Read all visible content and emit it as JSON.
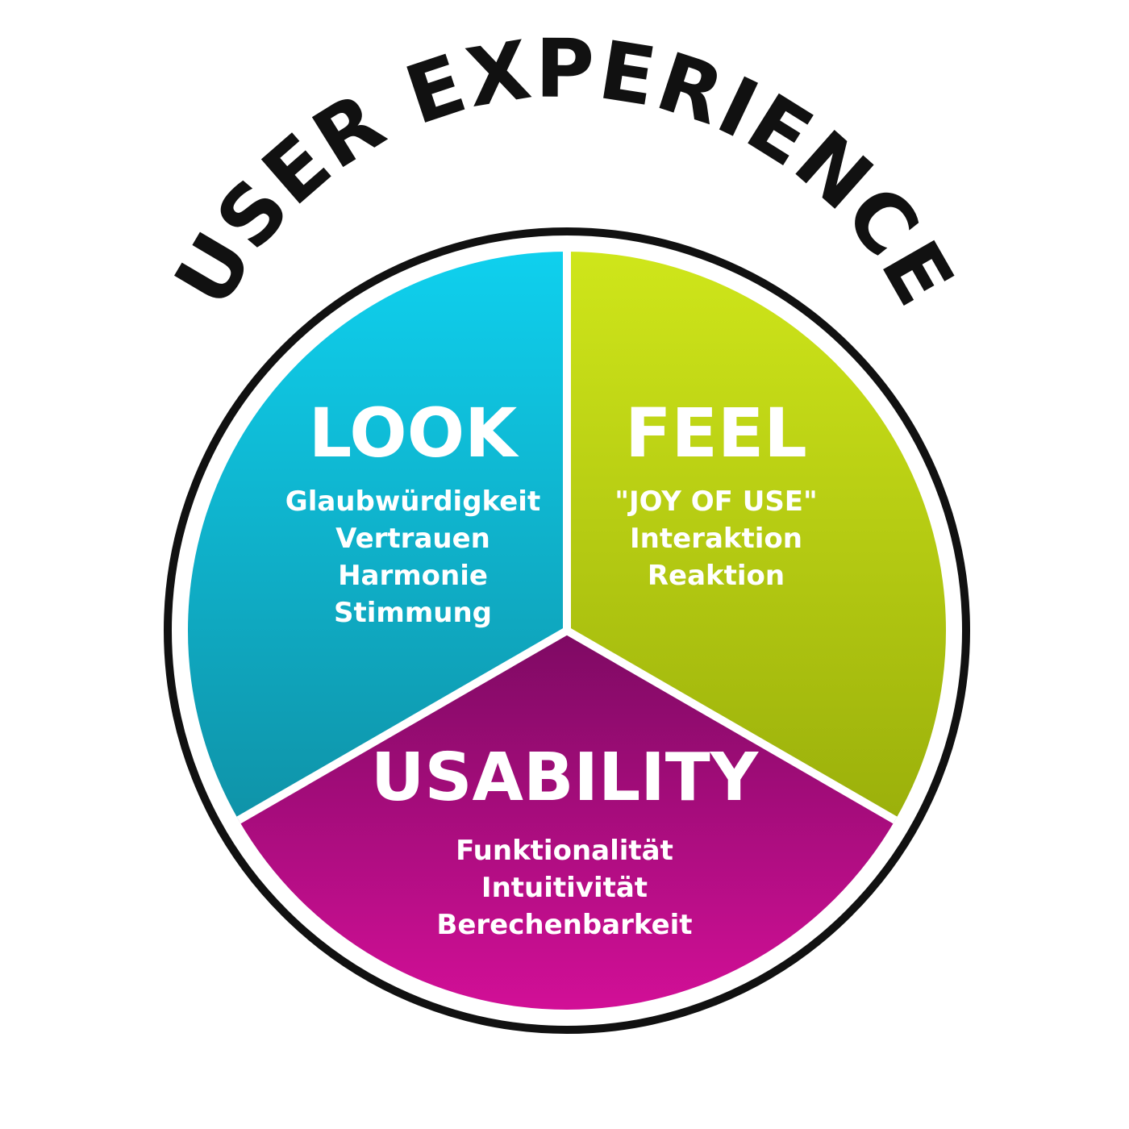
{
  "title": "USER EXPERIENCE",
  "segments": {
    "look": {
      "heading": "LOOK",
      "items": [
        "Glaubwürdigkeit",
        "Vertrauen",
        "Harmonie",
        "Stimmung"
      ],
      "color": "#13a9c4"
    },
    "feel": {
      "heading": "FEEL",
      "items": [
        "\"JOY OF USE\"",
        "Interaktion",
        "Reaktion"
      ],
      "color": "#aec414"
    },
    "usability": {
      "heading": "USABILITY",
      "items": [
        "Funktionalität",
        "Intuitivität",
        "Berechenbarkeit"
      ],
      "color": "#bb0a87"
    }
  },
  "ring_color": "#111111"
}
